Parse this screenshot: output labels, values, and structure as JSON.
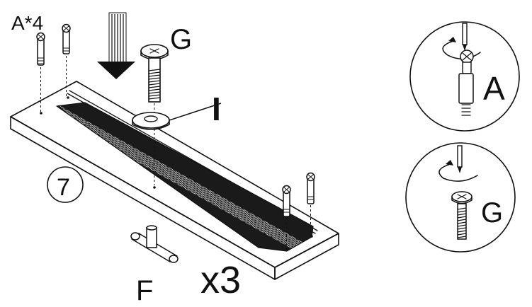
{
  "step_number": "7",
  "labels": {
    "bolt_a_count": "A*4",
    "screw_g": "G",
    "washer_i": "I",
    "handle_f": "F",
    "quantity": "x3",
    "detail_a": "A",
    "detail_g": "G"
  },
  "colors": {
    "line": "#111111",
    "mesh": "#1a1a1a",
    "paper": "#ffffff"
  },
  "icons": {
    "arrow": "down-arrow-icon",
    "screwdriver": "screwdriver-icon"
  }
}
